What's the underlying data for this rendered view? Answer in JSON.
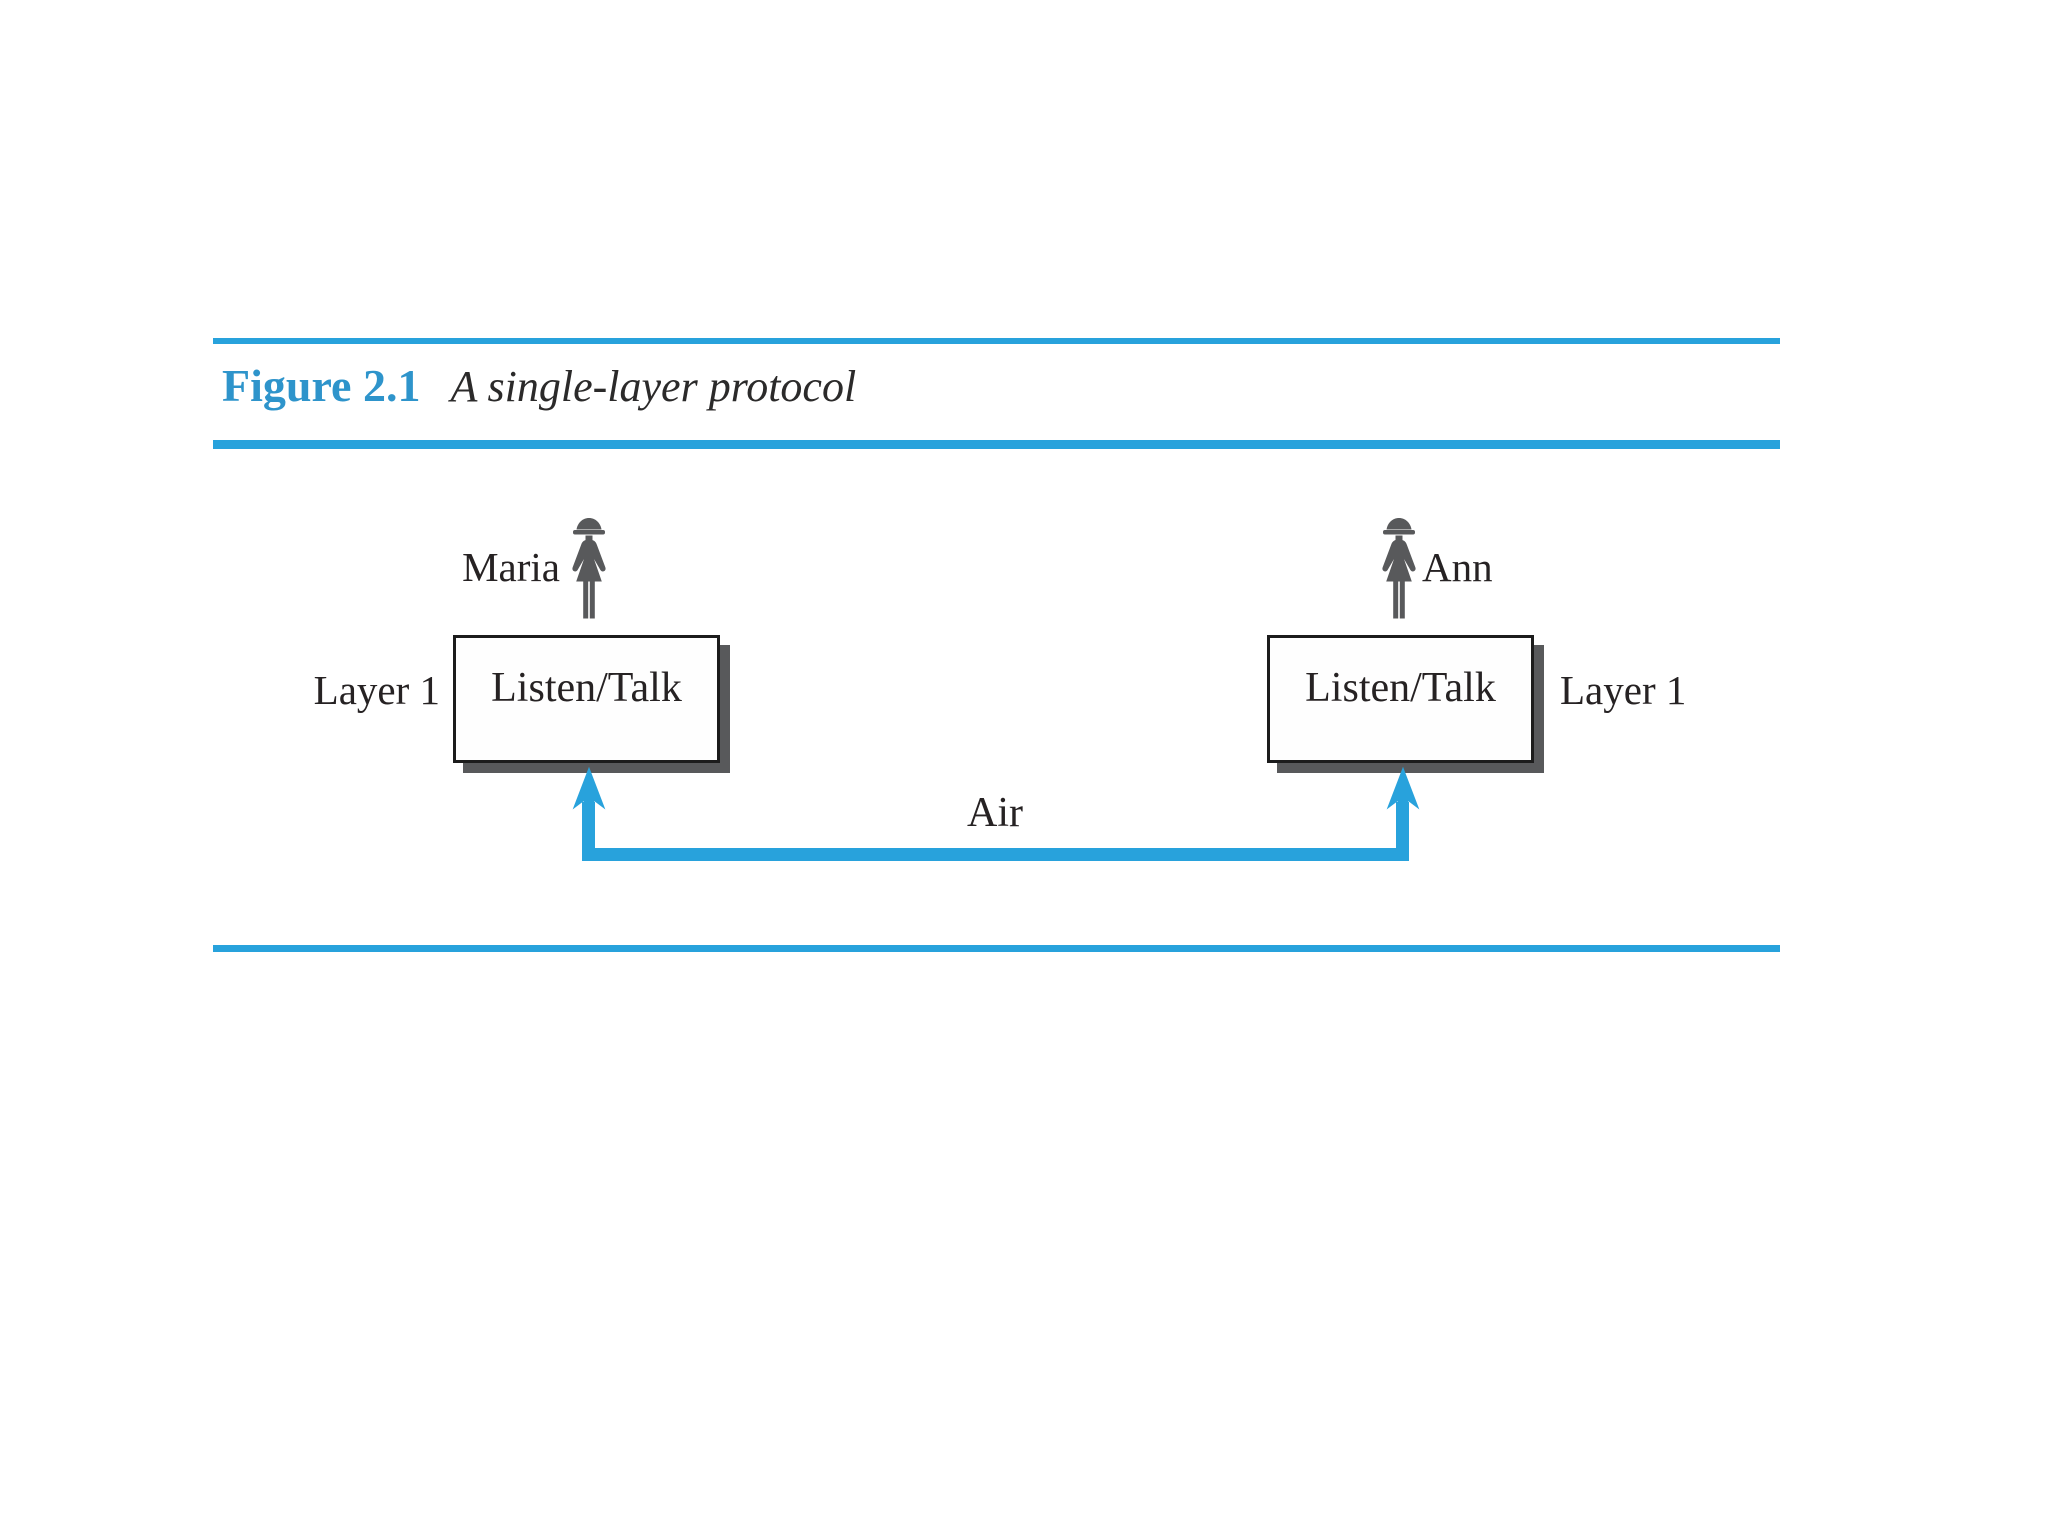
{
  "figure": {
    "label": "Figure 2.1",
    "title": "A single-layer protocol"
  },
  "diagram": {
    "left": {
      "person": "Maria",
      "layer_label": "Layer 1",
      "box_label": "Listen/Talk"
    },
    "right": {
      "person": "Ann",
      "layer_label": "Layer 1",
      "box_label": "Listen/Talk"
    },
    "medium_label": "Air"
  },
  "icons": {
    "left_person": "woman-icon",
    "right_person": "woman-icon",
    "left_arrow": "arrow-up-icon",
    "right_arrow": "arrow-up-icon"
  },
  "colors": {
    "accent_blue": "#28a2dc",
    "figure_blue": "#2e94cb",
    "icon_gray": "#58595b",
    "text_dark": "#262223"
  }
}
